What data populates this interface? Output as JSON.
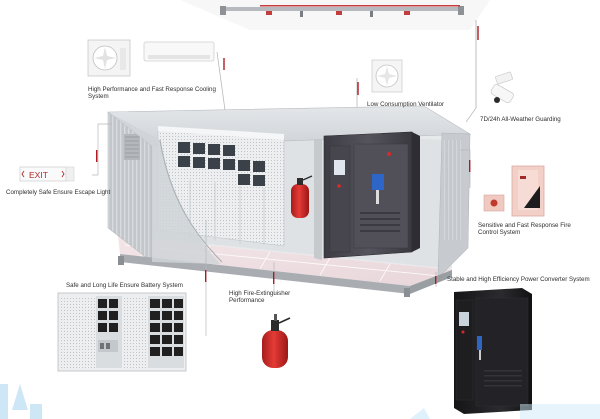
{
  "labels": {
    "cooling": "High Performance and Fast Response Cooling System",
    "ventilator": "Low Consumption Ventilator",
    "guarding": "7D/24h All-Weather Guarding",
    "escape_light": "Completely Safe Ensure Escape Light",
    "fire_control": "Sensitive and Fast Response Fire Control System",
    "battery": "Safe and Long Life Ensure Battery System",
    "extinguisher": "High Fire-Extinguisher Performance",
    "converter": "Stable and High Efficiency Power Converter System"
  },
  "exit_sign": {
    "text": "EXIT"
  },
  "colors": {
    "accent_red": "#b01a22",
    "container_grey": "#c9cdd1",
    "cabinet_dark": "#4b4a52",
    "extinguisher_red": "#d42a2a"
  },
  "icons": [
    "air-conditioner",
    "split-ac-unit",
    "ventilator-fan",
    "security-camera",
    "exit-sign",
    "fire-alarm-panel",
    "fire-extinguisher",
    "battery-cabinet",
    "power-converter-cabinet",
    "sprinkler-pipe"
  ]
}
